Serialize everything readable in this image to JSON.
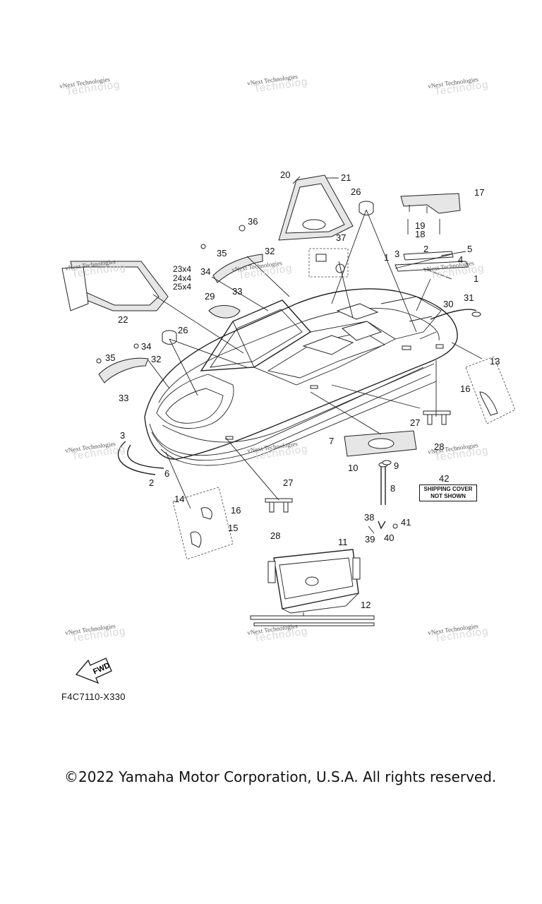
{
  "watermarks": [
    "vNext Technologies",
    "vNext Technologies",
    "vNext Technologies",
    "vNext Technologies",
    "vNext Technologies",
    "vNext Technologies",
    "vNext Technologies",
    "vNext Technologies",
    "vNext Technologies",
    "vNext Technologies",
    "vNext Technologies",
    "vNext Technologies"
  ],
  "callouts": [
    "1",
    "1",
    "2",
    "2",
    "3",
    "3",
    "4",
    "5",
    "6",
    "7",
    "8",
    "9",
    "10",
    "11",
    "12",
    "13",
    "14",
    "15",
    "16",
    "16",
    "17",
    "18",
    "19",
    "20",
    "21",
    "22",
    "23x4",
    "24x4",
    "25x4",
    "26",
    "26",
    "27",
    "27",
    "28",
    "28",
    "29",
    "30",
    "31",
    "32",
    "32",
    "33",
    "33",
    "34",
    "34",
    "35",
    "35",
    "36",
    "37",
    "38",
    "39",
    "40",
    "41",
    "42"
  ],
  "shipping_note": {
    "line1": "SHIPPING COVER",
    "line2": "NOT SHOWN"
  },
  "fwd_label": "FWD",
  "diagram_code": "F4C7110-X330",
  "copyright": "©2022 Yamaha Motor Corporation, U.S.A. All rights reserved."
}
